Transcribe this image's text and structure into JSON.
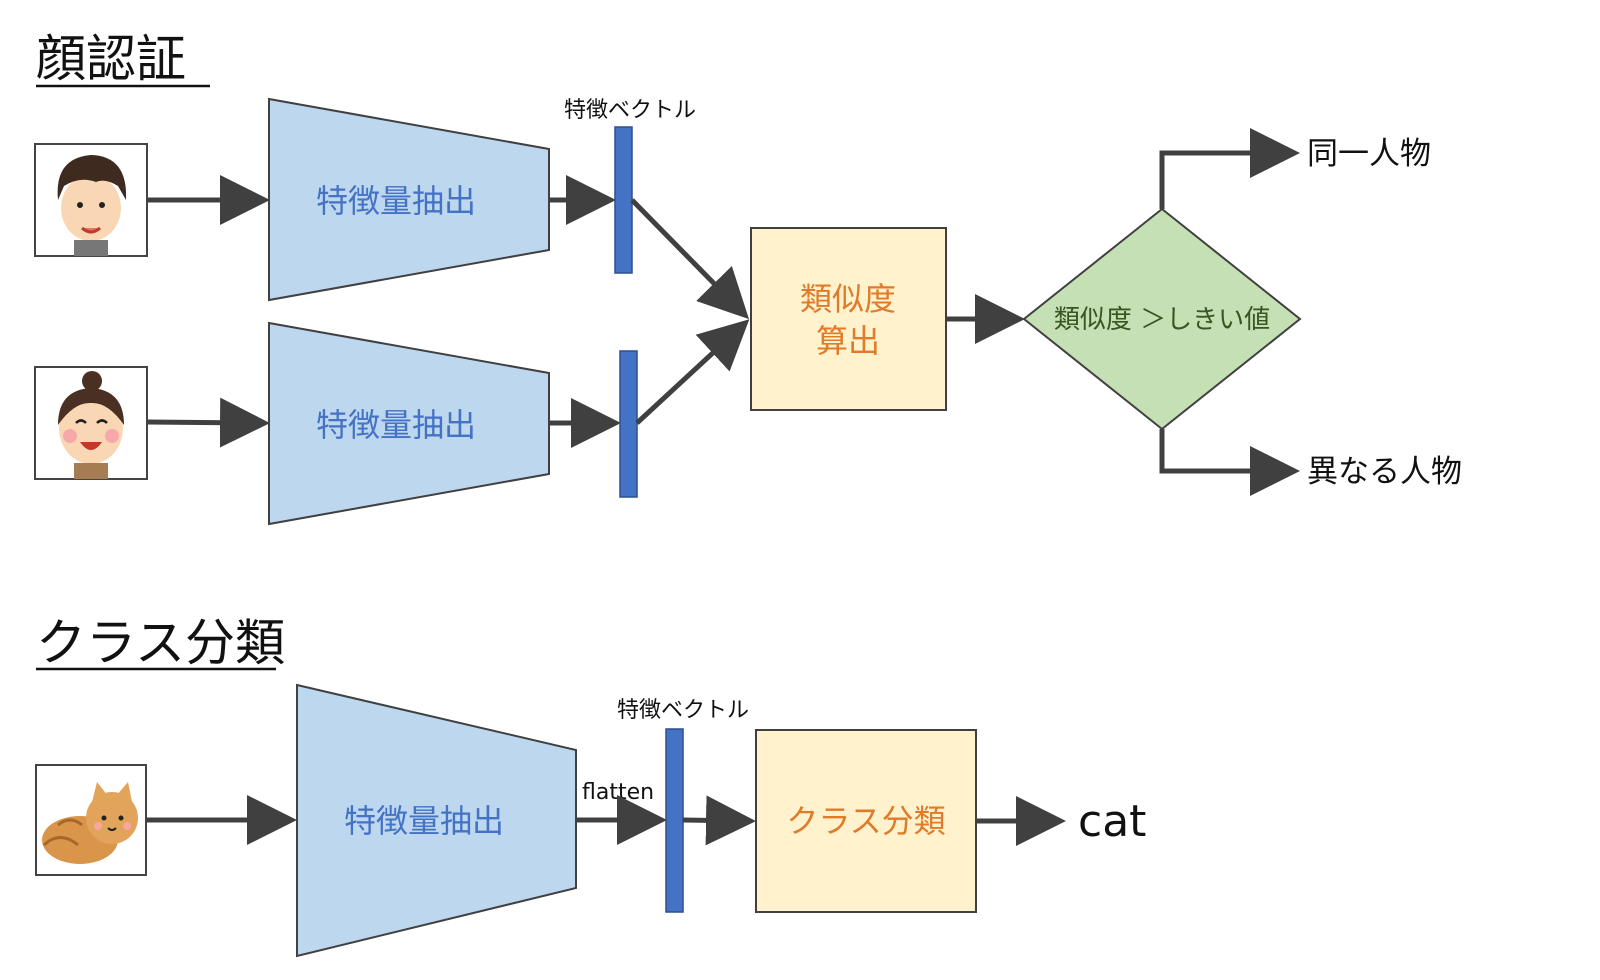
{
  "face_auth": {
    "title": "顔認証",
    "extractor_label_1": "特徴量抽出",
    "extractor_label_2": "特徴量抽出",
    "feature_vector_label": "特徴ベクトル",
    "similarity_line1": "類似度",
    "similarity_line2": "算出",
    "decision_label": "類似度 ＞しきい値",
    "output_same": "同一人物",
    "output_different": "異なる人物"
  },
  "classification": {
    "title": "クラス分類",
    "extractor_label": "特徴量抽出",
    "feature_vector_label": "特徴ベクトル",
    "flatten_label": "flatten",
    "classifier_label": "クラス分類",
    "output": "cat"
  },
  "icons": {
    "face_1": "man-face-icon",
    "face_2": "woman-face-icon",
    "cat": "cat-icon"
  },
  "colors": {
    "extractor_fill": "#BDD7EE",
    "vector_fill": "#4472C4",
    "calc_fill": "#FFF2CC",
    "decision_fill": "#C5E0B4",
    "arrow": "#404040"
  }
}
